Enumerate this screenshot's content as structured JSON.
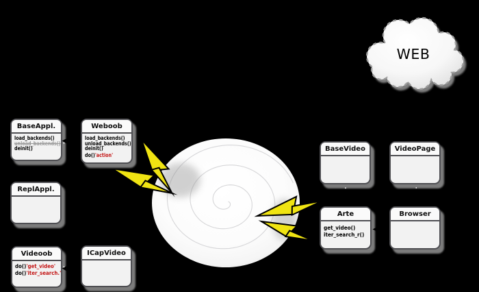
{
  "background_color": "#000000",
  "colors": {
    "box_fill": "#f2f2f2",
    "box_border": "#4e4e52",
    "shadow": "#7c7c7c",
    "bolt_yellow": "#f0e412",
    "code_red": "#c31414",
    "struck_gray": "#9a9a9a"
  },
  "cloud": {
    "label": "WEB"
  },
  "swirl": {
    "shape": "spiral-vortex"
  },
  "icons": {
    "lightning_count": 4
  },
  "boxes": {
    "baseappl": {
      "title": "BaseAppl.",
      "lines": [
        {
          "segs": [
            {
              "t": "load_backends()",
              "cls": "code"
            }
          ]
        },
        {
          "segs": [
            {
              "t": "unload_backends()",
              "cls": "gray-strike"
            }
          ]
        },
        {
          "segs": [
            {
              "t": "deinit()",
              "cls": "code"
            }
          ]
        }
      ]
    },
    "weboob": {
      "title": "Weboob",
      "lines": [
        {
          "segs": [
            {
              "t": "load_backends()",
              "cls": "code"
            }
          ]
        },
        {
          "segs": [
            {
              "t": "unload_backends()",
              "cls": "code"
            }
          ]
        },
        {
          "segs": [
            {
              "t": "deinit()",
              "cls": "code"
            }
          ]
        },
        {
          "segs": [
            {
              "t": "do()",
              "cls": "code"
            },
            {
              "t": "'action'",
              "cls": "red"
            }
          ]
        }
      ]
    },
    "replappl": {
      "title": "ReplAppl.",
      "lines": []
    },
    "videoob": {
      "title": "Videoob",
      "lines": [
        {
          "segs": [
            {
              "t": "do()",
              "cls": "code"
            },
            {
              "t": "'get_video'",
              "cls": "red"
            }
          ]
        },
        {
          "segs": [
            {
              "t": "do()",
              "cls": "code"
            },
            {
              "t": "'iter_search.'",
              "cls": "red"
            }
          ]
        }
      ]
    },
    "icapvideo": {
      "title": "ICapVideo",
      "lines": []
    },
    "basevideo": {
      "title": "BaseVideo",
      "lines": []
    },
    "videopage": {
      "title": "VideoPage",
      "lines": []
    },
    "arte": {
      "title": "Arte",
      "lines": [
        {
          "segs": [
            {
              "t": "get_video()",
              "cls": "code"
            }
          ]
        },
        {
          "segs": [
            {
              "t": "iter_search_r()",
              "cls": "code"
            }
          ]
        }
      ]
    },
    "browser": {
      "title": "Browser",
      "lines": []
    }
  }
}
